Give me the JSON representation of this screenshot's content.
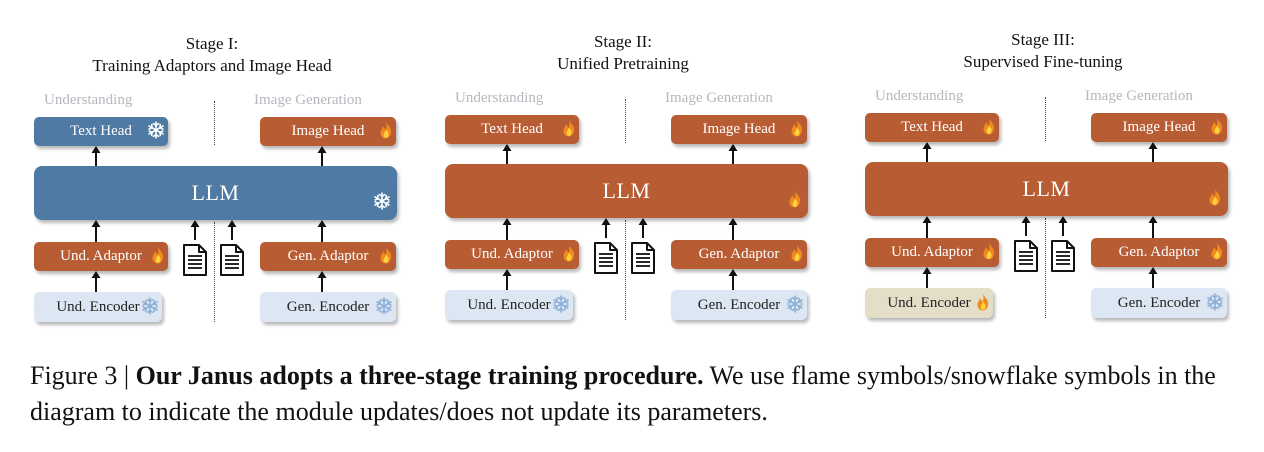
{
  "stages": [
    {
      "title_line1": "Stage I:",
      "title_line2": "Training Adaptors and Image Head",
      "understanding_label": "Understanding",
      "generation_label": "Image Generation",
      "text_head": {
        "label": "Text Head",
        "state": "frozen"
      },
      "image_head": {
        "label": "Image Head",
        "state": "trainable"
      },
      "llm": {
        "label": "LLM",
        "state": "frozen"
      },
      "und_adaptor": {
        "label": "Und. Adaptor",
        "state": "trainable"
      },
      "gen_adaptor": {
        "label": "Gen. Adaptor",
        "state": "trainable"
      },
      "und_encoder": {
        "label": "Und. Encoder",
        "state": "frozen"
      },
      "gen_encoder": {
        "label": "Gen. Encoder",
        "state": "frozen"
      }
    },
    {
      "title_line1": "Stage II:",
      "title_line2": "Unified Pretraining",
      "understanding_label": "Understanding",
      "generation_label": "Image Generation",
      "text_head": {
        "label": "Text Head",
        "state": "trainable"
      },
      "image_head": {
        "label": "Image Head",
        "state": "trainable"
      },
      "llm": {
        "label": "LLM",
        "state": "trainable"
      },
      "und_adaptor": {
        "label": "Und. Adaptor",
        "state": "trainable"
      },
      "gen_adaptor": {
        "label": "Gen. Adaptor",
        "state": "trainable"
      },
      "und_encoder": {
        "label": "Und. Encoder",
        "state": "frozen"
      },
      "gen_encoder": {
        "label": "Gen. Encoder",
        "state": "frozen"
      }
    },
    {
      "title_line1": "Stage III:",
      "title_line2": "Supervised Fine-tuning",
      "understanding_label": "Understanding",
      "generation_label": "Image Generation",
      "text_head": {
        "label": "Text Head",
        "state": "trainable"
      },
      "image_head": {
        "label": "Image Head",
        "state": "trainable"
      },
      "llm": {
        "label": "LLM",
        "state": "trainable"
      },
      "und_adaptor": {
        "label": "Und. Adaptor",
        "state": "trainable"
      },
      "gen_adaptor": {
        "label": "Gen. Adaptor",
        "state": "trainable"
      },
      "und_encoder": {
        "label": "Und. Encoder",
        "state": "trainable"
      },
      "gen_encoder": {
        "label": "Gen. Encoder",
        "state": "frozen"
      }
    }
  ],
  "caption": {
    "prefix": "Figure 3 | ",
    "bold": "Our Janus adopts a three-stage training procedure.",
    "rest": " We use flame symbols/snowflake symbols in the diagram to indicate the module updates/does not update its parameters."
  },
  "colors": {
    "trainable": "#b85c33",
    "frozen_blue": "#4f7aa3",
    "encoder_frozen": "#dde7f3",
    "encoder_trainable": "#e4ddc8",
    "section_label": "#b4b8bd"
  },
  "icons": {
    "trainable": "flame-icon",
    "frozen": "snowflake-icon",
    "input": "document-icon"
  }
}
